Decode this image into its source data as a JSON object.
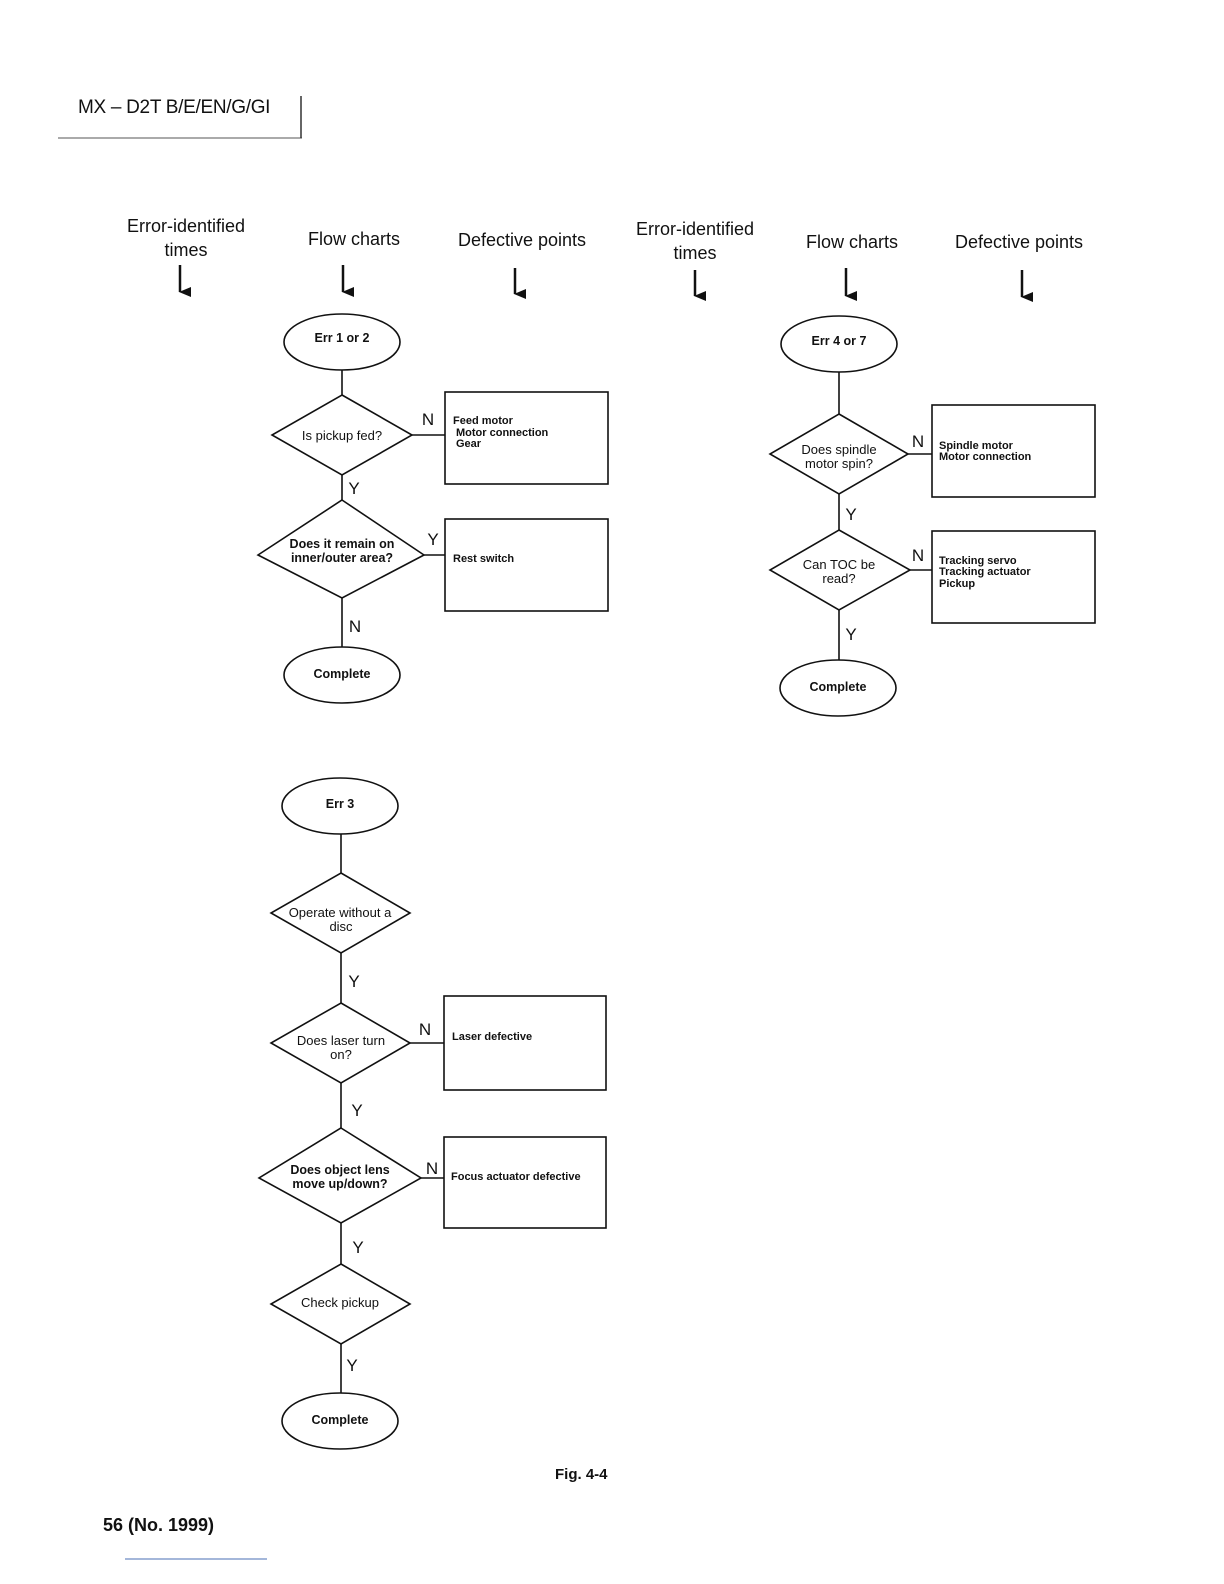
{
  "page": {
    "model": "MX – D2T B/E/EN/G/GI",
    "number": "56 (No. 1999)",
    "figure": "Fig. 4-4"
  },
  "headers": {
    "error_times": [
      "Error-identified",
      "times"
    ],
    "flow_charts": "Flow charts",
    "defective_points": "Defective points"
  },
  "chart1": {
    "start": "Err 1 or 2",
    "q1": [
      "Is pickup fed?"
    ],
    "q1_no": "N",
    "q1_yes": "Y",
    "q1_defects": [
      "Feed motor",
      "Motor connection",
      "Gear"
    ],
    "q2": [
      "Does it remain on",
      "inner/outer area?"
    ],
    "q2_yes": "Y",
    "q2_no": "N",
    "q2_defects": [
      "Rest switch"
    ],
    "end": "Complete"
  },
  "chart2": {
    "start": "Err 4 or 7",
    "q1": [
      "Does spindle",
      "motor spin?"
    ],
    "q1_no": "N",
    "q1_yes": "Y",
    "q1_defects": [
      "Spindle motor",
      "Motor connection"
    ],
    "q2": [
      "Can TOC be",
      "read?"
    ],
    "q2_no": "N",
    "q2_yes": "Y",
    "q2_defects": [
      "Tracking servo",
      "Tracking actuator",
      "Pickup"
    ],
    "end": "Complete"
  },
  "chart3": {
    "start": "Err 3",
    "q1": [
      "Operate without a",
      "disc"
    ],
    "q1_yes": "Y",
    "q2": [
      "Does laser turn",
      "on?"
    ],
    "q2_no": "N",
    "q2_yes": "Y",
    "q2_defects": [
      "Laser defective"
    ],
    "q3": [
      "Does object lens",
      "move up/down?"
    ],
    "q3_no": "N",
    "q3_yes": "Y",
    "q3_defects": [
      "Focus actuator defective"
    ],
    "q4": [
      "Check pickup"
    ],
    "q4_yes": "Y",
    "end": "Complete"
  }
}
